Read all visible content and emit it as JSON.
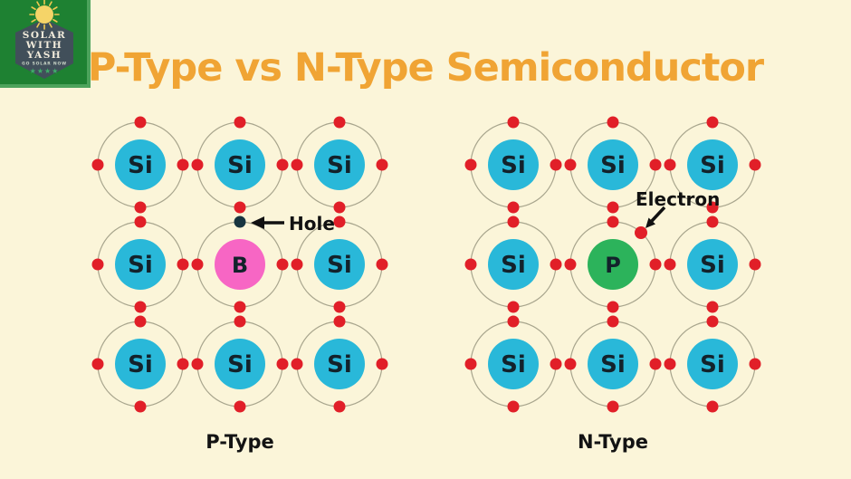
{
  "title": "P-Type vs N-Type Semiconductor",
  "logo": {
    "brand_lines": [
      "SOLAR",
      "WITH",
      "YASH"
    ],
    "tagline": "GO SOLAR NOW",
    "stars": "★★★★"
  },
  "colors": {
    "background": "#fbf5d9",
    "title": "#f0a434",
    "silicon_core": "#29b8d9",
    "boron_core": "#f766c4",
    "phosphorus_core": "#2cb35b",
    "electron": "#e11f28",
    "hole": "#173540",
    "orbit": "#a8a58d",
    "label": "#111111",
    "atom_text": "#13222b",
    "logo_green": "#1e8132",
    "badge_slate": "#414f5a",
    "sun_yellow": "#f5d468",
    "stars_green": "#3fae6a"
  },
  "lattices": [
    {
      "caption": "P-Type",
      "atoms": [
        [
          "Si",
          "Si",
          "Si"
        ],
        [
          "Si",
          "B",
          "Si"
        ],
        [
          "Si",
          "Si",
          "Si"
        ]
      ],
      "dopant_symbol": "B",
      "annotation": {
        "type": "hole",
        "text": "Hole"
      }
    },
    {
      "caption": "N-Type",
      "atoms": [
        [
          "Si",
          "Si",
          "Si"
        ],
        [
          "Si",
          "P",
          "Si"
        ],
        [
          "Si",
          "Si",
          "Si"
        ]
      ],
      "dopant_symbol": "P",
      "annotation": {
        "type": "extra_electron",
        "text": "Electron"
      }
    }
  ]
}
